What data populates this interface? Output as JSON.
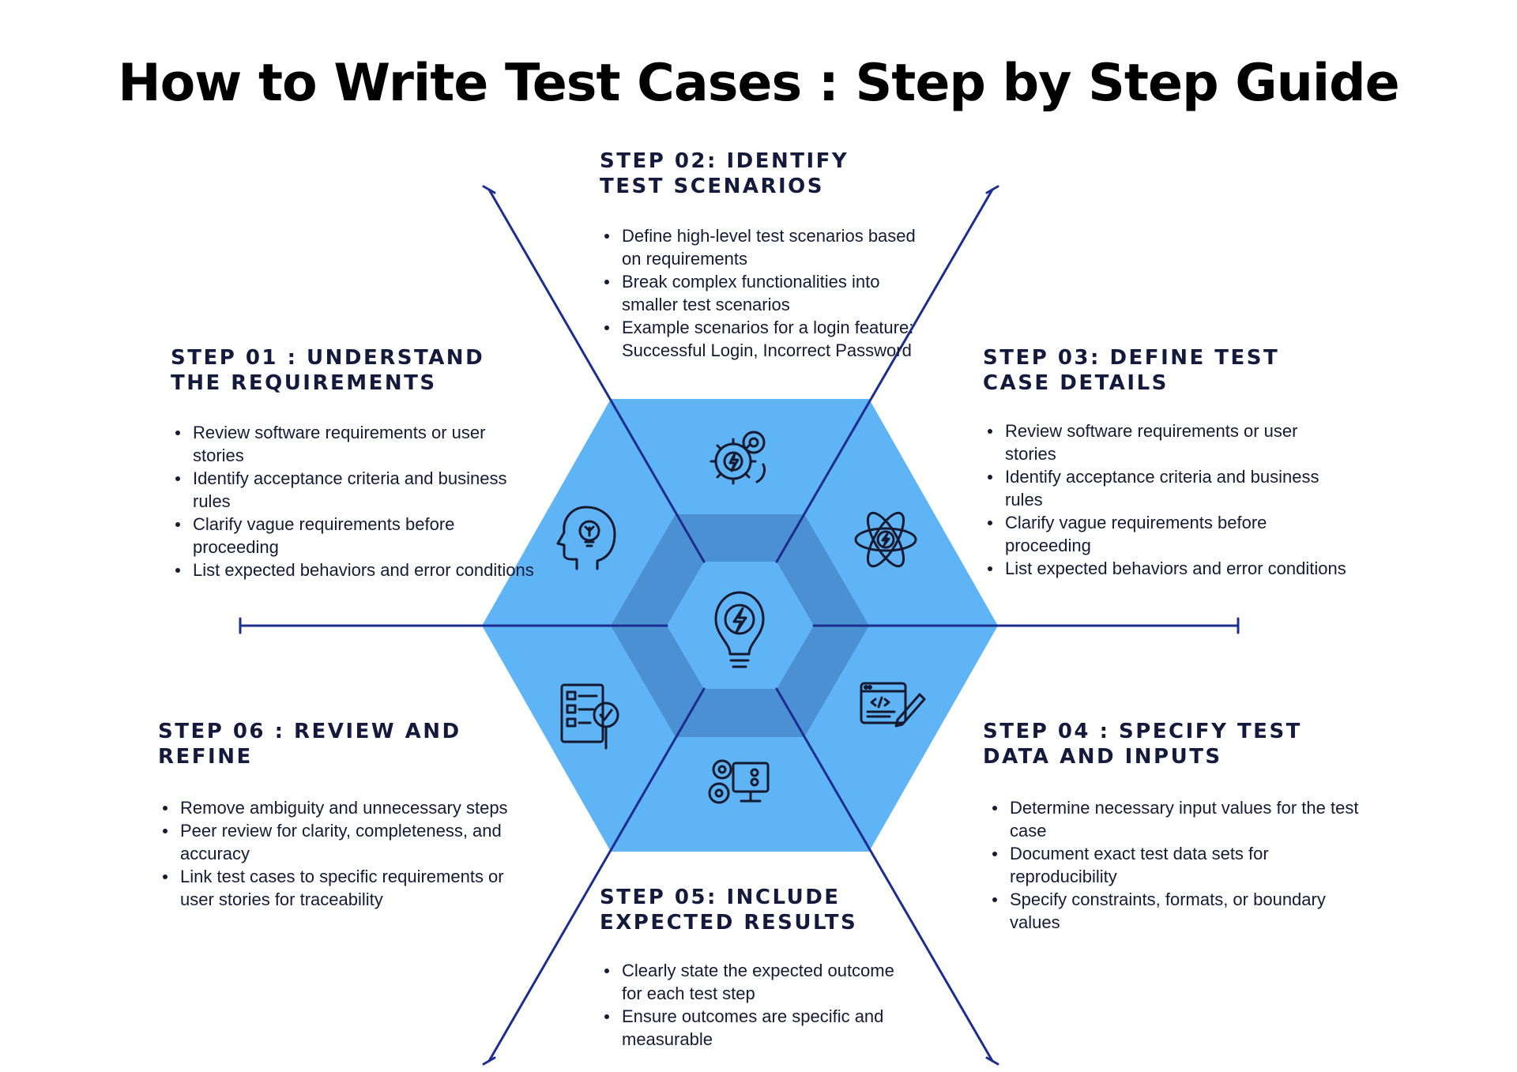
{
  "title": "How to Write Test Cases : Step by Step Guide",
  "colors": {
    "outer_hexagon": "#5fb4f5",
    "middle_ring": "#4a90d2",
    "inner_hexagon": "#5fb4f5",
    "lines": "#1d2c8f",
    "icon_stroke": "#151a30",
    "heading_text": "#141a3c"
  },
  "center_icon": "lightbulb-bolt-icon",
  "steps": [
    {
      "id": "01",
      "heading": "STEP 01 : UNDERSTAND THE REQUIREMENTS",
      "icon": "head-lightbulb-icon",
      "bullets": [
        "Review software requirements or user stories",
        "Identify acceptance criteria and business rules",
        "Clarify vague requirements before proceeding",
        "List expected behaviors and error conditions"
      ]
    },
    {
      "id": "02",
      "heading": "STEP 02: IDENTIFY TEST SCENARIOS",
      "icon": "gears-bolt-icon",
      "bullets": [
        "Define high-level test scenarios based on requirements",
        "Break complex functionalities into smaller test scenarios",
        "Example scenarios for a login feature: Successful Login, Incorrect Password"
      ]
    },
    {
      "id": "03",
      "heading": "STEP 03: DEFINE TEST CASE DETAILS",
      "icon": "atom-bolt-icon",
      "bullets": [
        "Review software requirements or user stories",
        "Identify acceptance criteria and business rules",
        "Clarify vague requirements before proceeding",
        "List expected behaviors and error conditions"
      ]
    },
    {
      "id": "04",
      "heading": "STEP 04 : SPECIFY TEST DATA AND INPUTS",
      "icon": "code-window-pen-icon",
      "bullets": [
        "Determine necessary input values for the test case",
        "Document exact test data sets for reproducibility",
        "Specify constraints, formats, or boundary values"
      ]
    },
    {
      "id": "05",
      "heading": "STEP 05: INCLUDE EXPECTED RESULTS",
      "icon": "monitor-gears-checklist-icon",
      "bullets": [
        "Clearly state the expected outcome for each test step",
        "Ensure outcomes are specific and measurable"
      ]
    },
    {
      "id": "06",
      "heading": "STEP 06 : REVIEW AND REFINE",
      "icon": "checklist-magnifier-icon",
      "bullets": [
        "Remove ambiguity and unnecessary steps",
        "Peer review for clarity, completeness, and accuracy",
        "Link test cases to specific requirements or user stories for traceability"
      ]
    }
  ]
}
